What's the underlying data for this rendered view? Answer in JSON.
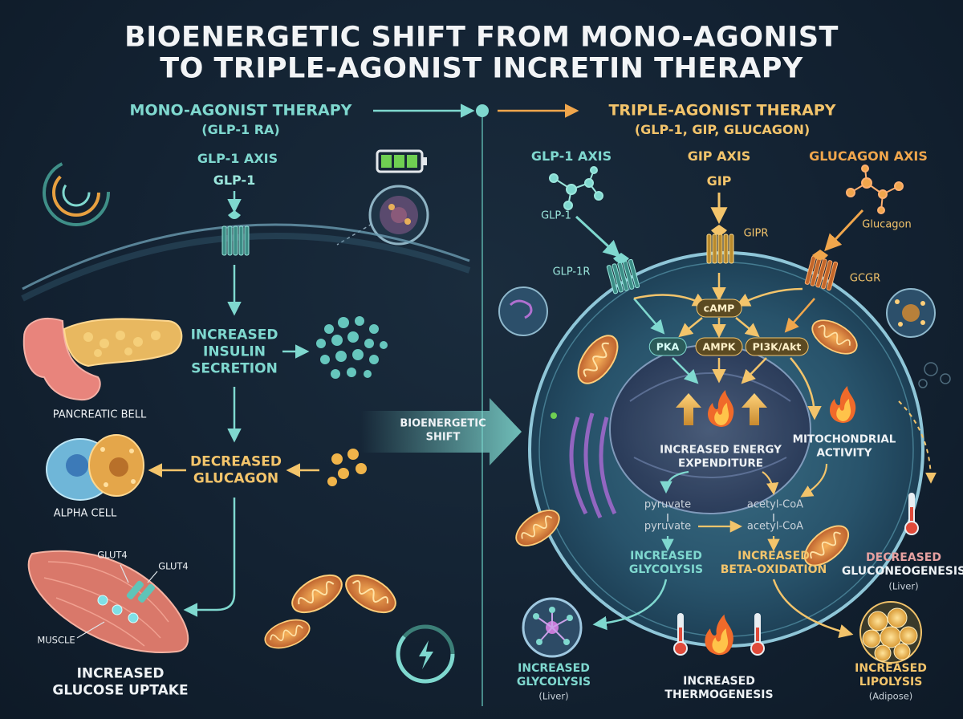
{
  "title": {
    "line1": "BIOENERGETIC SHIFT FROM MONO-AGONIST",
    "line2": "TO TRIPLE-AGONIST INCRETIN THERAPY"
  },
  "left": {
    "heading": "MONO-AGONIST THERAPY",
    "subheading": "(GLP-1 RA)",
    "axis": "GLP-1 AXIS",
    "ligand": "GLP-1",
    "insulin": [
      "INCREASED",
      "INSULIN",
      "SECRETION"
    ],
    "pancreas": "PANCREATIC BELL",
    "glucagon": [
      "DECREASED",
      "GLUCAGON"
    ],
    "alpha": "ALPHA CELL",
    "glut4_a": "GLUT4",
    "glut4_b": "GLUT4",
    "muscle": "MUSCLE",
    "uptake": [
      "INCREASED",
      "GLUCOSE UPTAKE"
    ]
  },
  "center": {
    "shift": [
      "BIOENERGETIC",
      "SHIFT"
    ]
  },
  "right": {
    "heading": "TRIPLE-AGONIST THERAPY",
    "subheading": "(GLP-1, GIP, GLUCAGON)",
    "axes": [
      "GLP-1 AXIS",
      "GIP AXIS",
      "GLUCAGON AXIS"
    ],
    "ligands": {
      "glp1": "GLP-1",
      "gip": "GIP",
      "glucagon": "Glucagon"
    },
    "receptors": {
      "glp1r": "GLP-1R",
      "gipr": "GIPR",
      "gcgr": "GCGR"
    },
    "signals": {
      "camp": "cAMP",
      "pka": "PKA",
      "ampk": "AMPK",
      "pi3k": "PI3K/Akt"
    },
    "energy": [
      "INCREASED ENERGY",
      "EXPENDITURE"
    ],
    "mito": [
      "MITOCHONDRIAL",
      "ACTIVITY"
    ],
    "metabolites": {
      "pyr1": "pyruvate",
      "pyr2": "pyruvate",
      "acoa1": "acetyl-CoA",
      "acoa2": "acetyl-CoA"
    },
    "glycolysis": [
      "INCREASED",
      "GLYCOLYSIS"
    ],
    "beta": [
      "INCREASED",
      "BETA-OXIDATION"
    ],
    "gng": [
      "DECREASED",
      "GLUCONEOGENESIS",
      "(Liver)"
    ],
    "liver_gly": [
      "INCREASED",
      "GLYCOLYSIS",
      "(Liver)"
    ],
    "thermo": [
      "INCREASED",
      "THERMOGENESIS"
    ],
    "lipo": [
      "INCREASED",
      "LIPOLYSIS",
      "(Adipose)"
    ]
  },
  "colors": {
    "teal": "#7fd8cf",
    "gold": "#f3c46b",
    "orange": "#f0a64c",
    "background": "#132232",
    "cell": "#2a5168"
  },
  "icons": [
    "battery-icon",
    "flame-icon",
    "thermometer-icon",
    "lightning-icon",
    "mitochondria-icon",
    "pancreas-icon",
    "muscle-icon"
  ]
}
